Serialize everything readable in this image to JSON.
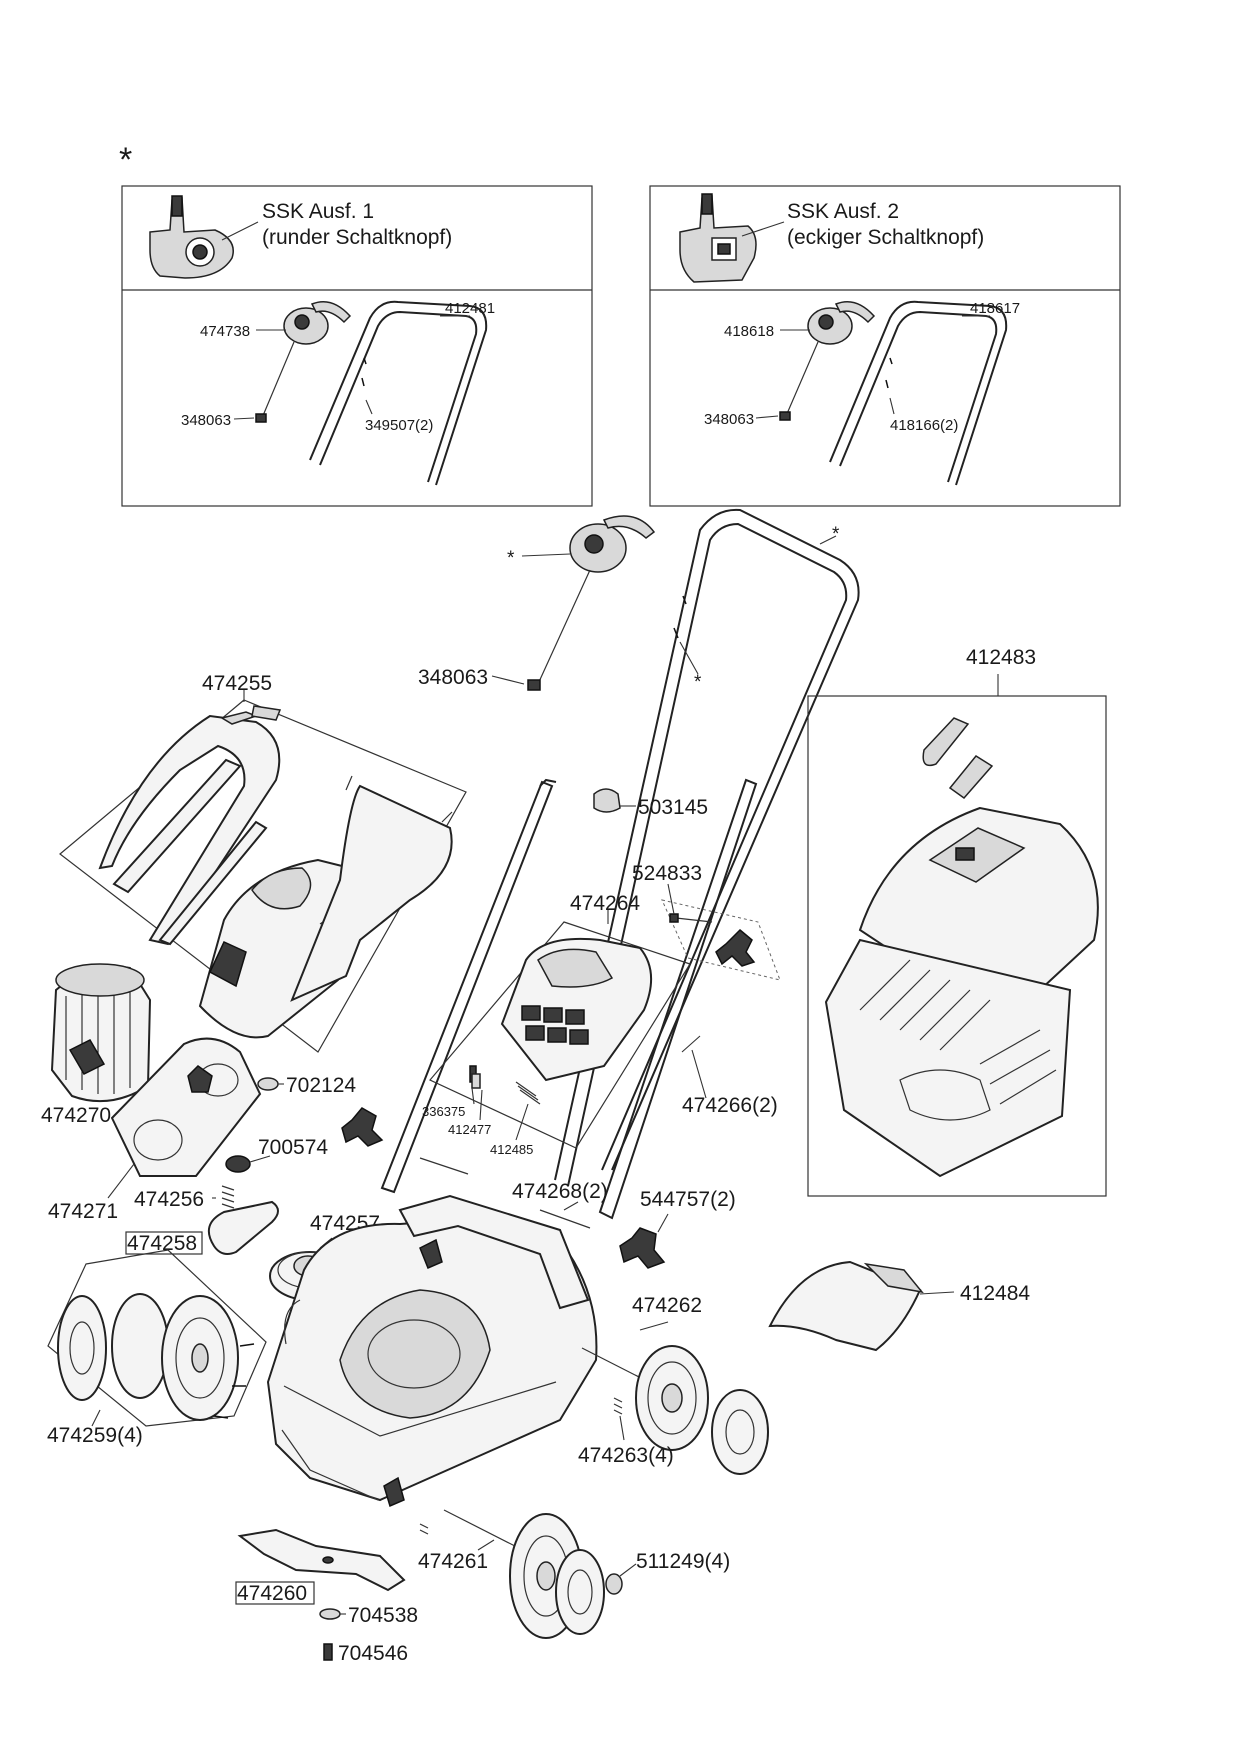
{
  "diagram": {
    "asterisk": "*",
    "variant_boxes": [
      {
        "title": "SSK Ausf. 1",
        "subtitle": "(runder Schaltknopf)",
        "parts": {
          "switch": "474738",
          "handle": "412481",
          "cable_clip": "348063",
          "screw": "349507(2)"
        }
      },
      {
        "title": "SSK Ausf. 2",
        "subtitle": "(eckiger Schaltknopf)",
        "parts": {
          "switch": "418618",
          "handle": "418617",
          "cable_clip": "348063",
          "screw": "418166(2)"
        }
      }
    ],
    "labels": {
      "cable_clip": "348063",
      "hood_kit": "474255",
      "cable_clip_2": "503145",
      "screw_524833": "524833",
      "battery_kit": "474264",
      "grass_box": "412483",
      "motor": "474270",
      "ring_702124": "702124",
      "motor_mount": "474271",
      "ring_700574": "700574",
      "spring": "474256",
      "belt": "474258",
      "pulley": "474257",
      "bolt_468": "474268(2)",
      "knob": "544757(2)",
      "pin_336375": "336375",
      "pin_412477": "412477",
      "spring_412485": "412485",
      "lower_handle": "474266(2)",
      "mulch_flap": "412484",
      "axle_rear": "474262",
      "wheel_set": "474259(4)",
      "spring_263": "474263(4)",
      "axle_front": "474261",
      "washer_511249": "511249(4)",
      "blade": "474260",
      "washer_704538": "704538",
      "screw_704546": "704546"
    }
  }
}
